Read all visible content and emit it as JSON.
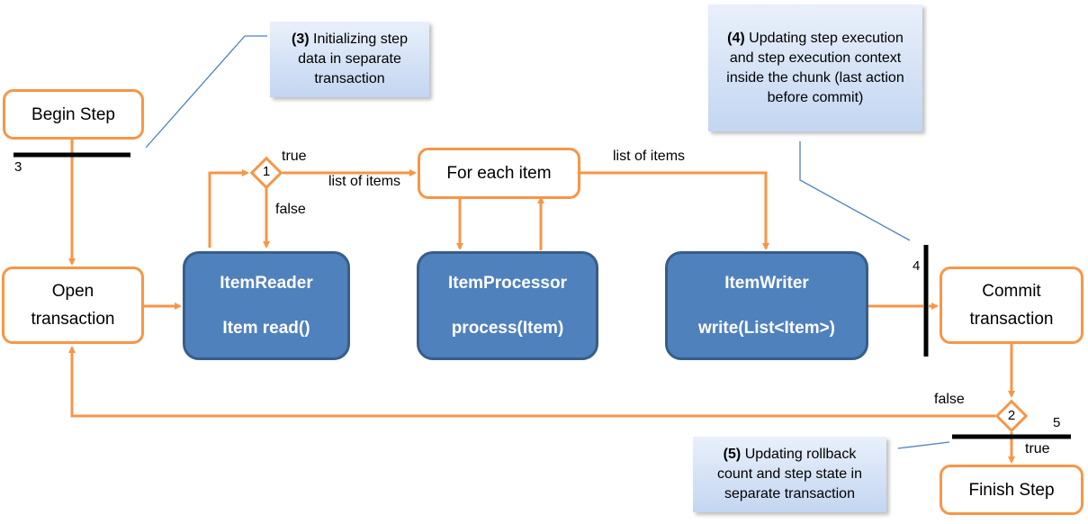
{
  "nodes": {
    "begin_step": "Begin Step",
    "open_transaction": "Open transaction",
    "for_each_item": "For each item",
    "commit_transaction": "Commit transaction",
    "finish_step": "Finish Step",
    "item_reader": {
      "title": "ItemReader",
      "method": "Item read()"
    },
    "item_processor": {
      "title": "ItemProcessor",
      "method": "process(Item)"
    },
    "item_writer": {
      "title": "ItemWriter",
      "method": "write(List<Item>)"
    }
  },
  "decisions": {
    "d1": "1",
    "d2": "2"
  },
  "bar_labels": {
    "b3": "3",
    "b4": "4",
    "b5": "5"
  },
  "edge_labels": {
    "true_1": "true",
    "false_1": "false",
    "list_items_1": "list of items",
    "list_items_2": "list of items",
    "false_2": "false",
    "true_2": "true"
  },
  "notes": {
    "note3": {
      "num": "(3)",
      "text": "Initializing step data in separate transaction"
    },
    "note4": {
      "num": "(4)",
      "text": "Updating step execution and step execution context inside the chunk (last action before commit)"
    },
    "note5": {
      "num": "(5)",
      "text": "Updating rollback count and step state in separate transaction"
    }
  },
  "colors": {
    "flow": "#f79646",
    "component_fill": "#4f81bd",
    "component_border": "#385d8a",
    "callout_line": "#4f81bd",
    "bar": "#000000"
  }
}
